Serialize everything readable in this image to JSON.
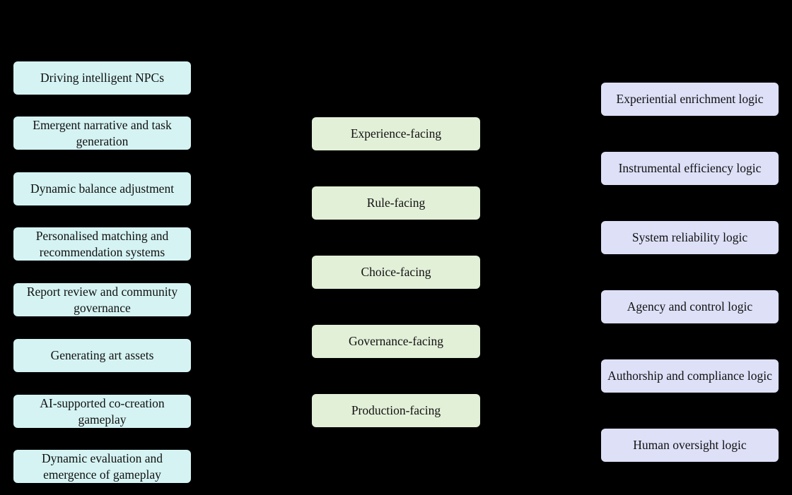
{
  "colors": {
    "background": "#000000",
    "left_box": "#d5f3f3",
    "middle_box": "#e3f0d8",
    "right_box": "#dde0f7"
  },
  "left_column": {
    "items": [
      {
        "label": "Driving intelligent NPCs"
      },
      {
        "label": "Emergent narrative and task generation"
      },
      {
        "label": "Dynamic balance adjustment"
      },
      {
        "label": "Personalised matching and recommendation systems"
      },
      {
        "label": "Report review and community governance"
      },
      {
        "label": "Generating art assets"
      },
      {
        "label": "AI-supported co-creation gameplay"
      },
      {
        "label": "Dynamic evaluation and emergence of gameplay"
      }
    ]
  },
  "middle_column": {
    "items": [
      {
        "label": "Experience-facing"
      },
      {
        "label": "Rule-facing"
      },
      {
        "label": "Choice-facing"
      },
      {
        "label": "Governance-facing"
      },
      {
        "label": "Production-facing"
      }
    ]
  },
  "right_column": {
    "items": [
      {
        "label": "Experiential enrichment logic"
      },
      {
        "label": "Instrumental efficiency logic"
      },
      {
        "label": "System reliability logic"
      },
      {
        "label": "Agency and control logic"
      },
      {
        "label": "Authorship and compliance logic"
      },
      {
        "label": "Human oversight logic"
      }
    ]
  }
}
